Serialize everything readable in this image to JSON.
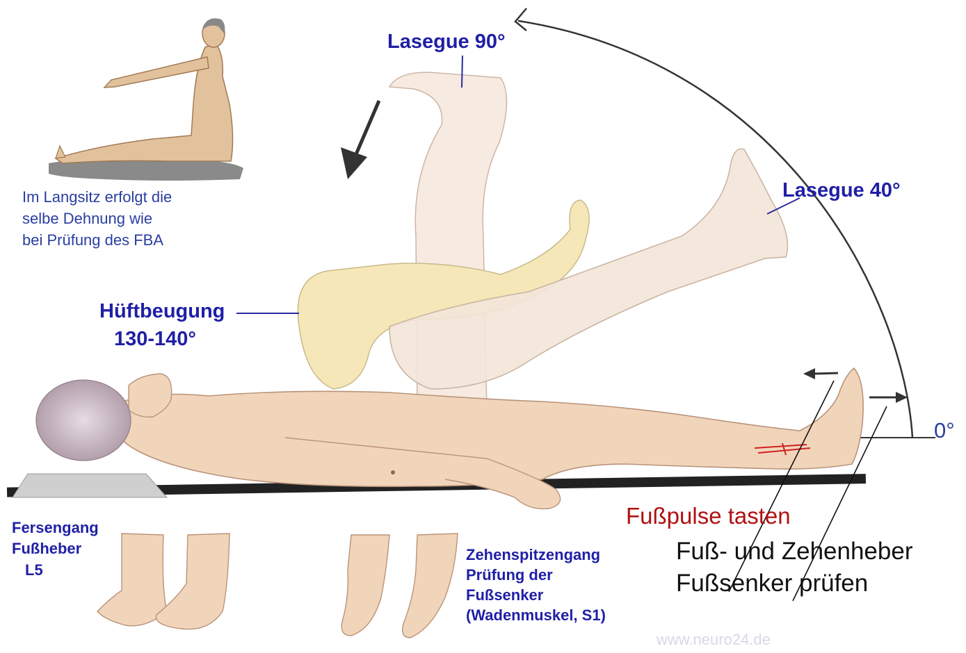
{
  "colors": {
    "label_blue": "#1f1fa6",
    "note_blue": "#2a3ea0",
    "pulse_red": "#b01010",
    "text_black": "#111111",
    "skin": "#f0d2b4",
    "skin_light": "#f5e6d8",
    "flexed_leg": "#f5e6b8",
    "table": "#222222",
    "watermark": "#d7d7e6"
  },
  "labels": {
    "lasegue_90": "Lasegue 90°",
    "lasegue_40": "Lasegue 40°",
    "angle_0": "0°",
    "hip_flexion_line1": "Hüftbeugung",
    "hip_flexion_line2": "130-140°",
    "long_sit_note_line1": "Im Langsitz erfolgt die",
    "long_sit_note_line2": "selbe Dehnung wie",
    "long_sit_note_line3": "bei Prüfung des FBA",
    "heel_walk_line1": "Fersengang",
    "heel_walk_line2": "Fußheber",
    "heel_walk_line3": "L5",
    "toe_walk_line1": "Zehenspitzengang",
    "toe_walk_line2": "Prüfung der",
    "toe_walk_line3": "Fußsenker",
    "toe_walk_line4": "(Wadenmuskel, S1)",
    "foot_pulse": "Fußpulse tasten",
    "foot_lifters": "Fuß- und Zehenheber",
    "foot_depressors": "Fußsenker prüfen",
    "watermark": "www.neuro24.de"
  },
  "icons": {
    "rotation_arrow": "curved-arrow-icon",
    "down_arrow": "down-arrow-icon",
    "dorsiflexion_arrow": "left-arrow-icon",
    "plantarflexion_arrow": "right-arrow-icon"
  }
}
